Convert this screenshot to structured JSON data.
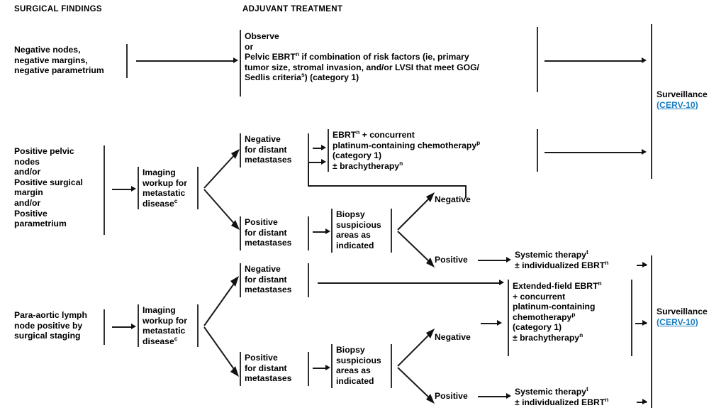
{
  "headers": {
    "left": "SURGICAL FINDINGS",
    "right": "ADJUVANT TREATMENT"
  },
  "colors": {
    "link": "#1a7fc1",
    "line": "#1a1a1a",
    "bar": "#303030",
    "text": "#000000",
    "background": "#ffffff"
  },
  "rows": {
    "row1": {
      "finding": "Negative nodes,\nnegative margins,\nnegative parametrium",
      "treatment_lines": [
        "Observe",
        "or",
        "Pelvic EBRTⁿ if combination of risk factors (ie, primary",
        "tumor size, stromal invasion, and/or LVSI that meet GOG/",
        "Sedlis criteriaˢ) (category 1)"
      ],
      "treatment_plain": "Observe or Pelvic EBRTn if combination of risk factors (ie, primary tumor size, stromal invasion, and/or LVSI that meet GOG/Sedlis criterias) (category 1)"
    },
    "row2": {
      "finding": "Positive pelvic\nnodes\nand/or\nPositive surgical\nmargin\nand/or\nPositive\nparametrium",
      "imaging": "Imaging\nworkup for\nmetastatic\ndiseaseᶜ",
      "branch_negative": "Negative\nfor distant\nmetastases",
      "branch_positive": "Positive\nfor distant\nmetastases",
      "ebrt_box": "EBRTⁿ + concurrent\nplatinum-containing chemotherapyᵖ\n(category 1)\n± brachytherapyⁿ",
      "biopsy": "Biopsy\nsuspicious\nareas as\nindicated",
      "biopsy_negative": "Negative",
      "biopsy_positive": "Positive",
      "systemic": "Systemic therapyᵗ\n± individualized EBRTⁿ"
    },
    "row3": {
      "finding": "Para-aortic lymph\nnode positive by\nsurgical staging",
      "imaging": "Imaging\nworkup for\nmetastatic\ndiseaseᶜ",
      "branch_negative": "Negative\nfor distant\nmetastases",
      "branch_positive": "Positive\nfor distant\nmetastases",
      "extended_box": "Extended-field EBRTⁿ\n+ concurrent\nplatinum-containing\nchemotherapyᵖ\n(category 1)\n± brachytherapyⁿ",
      "biopsy": "Biopsy\nsuspicious\nareas as\nindicated",
      "biopsy_negative": "Negative",
      "biopsy_positive": "Positive",
      "systemic": "Systemic therapyᵗ\n± individualized EBRTⁿ"
    }
  },
  "outcomes": {
    "top": {
      "label": "Surveillance",
      "link": "(CERV-10)"
    },
    "bottom": {
      "label": "Surveillance",
      "link": "(CERV-10)"
    }
  },
  "footnotes": {
    "c": "c",
    "n": "n",
    "p": "p",
    "s": "s",
    "t": "t"
  }
}
